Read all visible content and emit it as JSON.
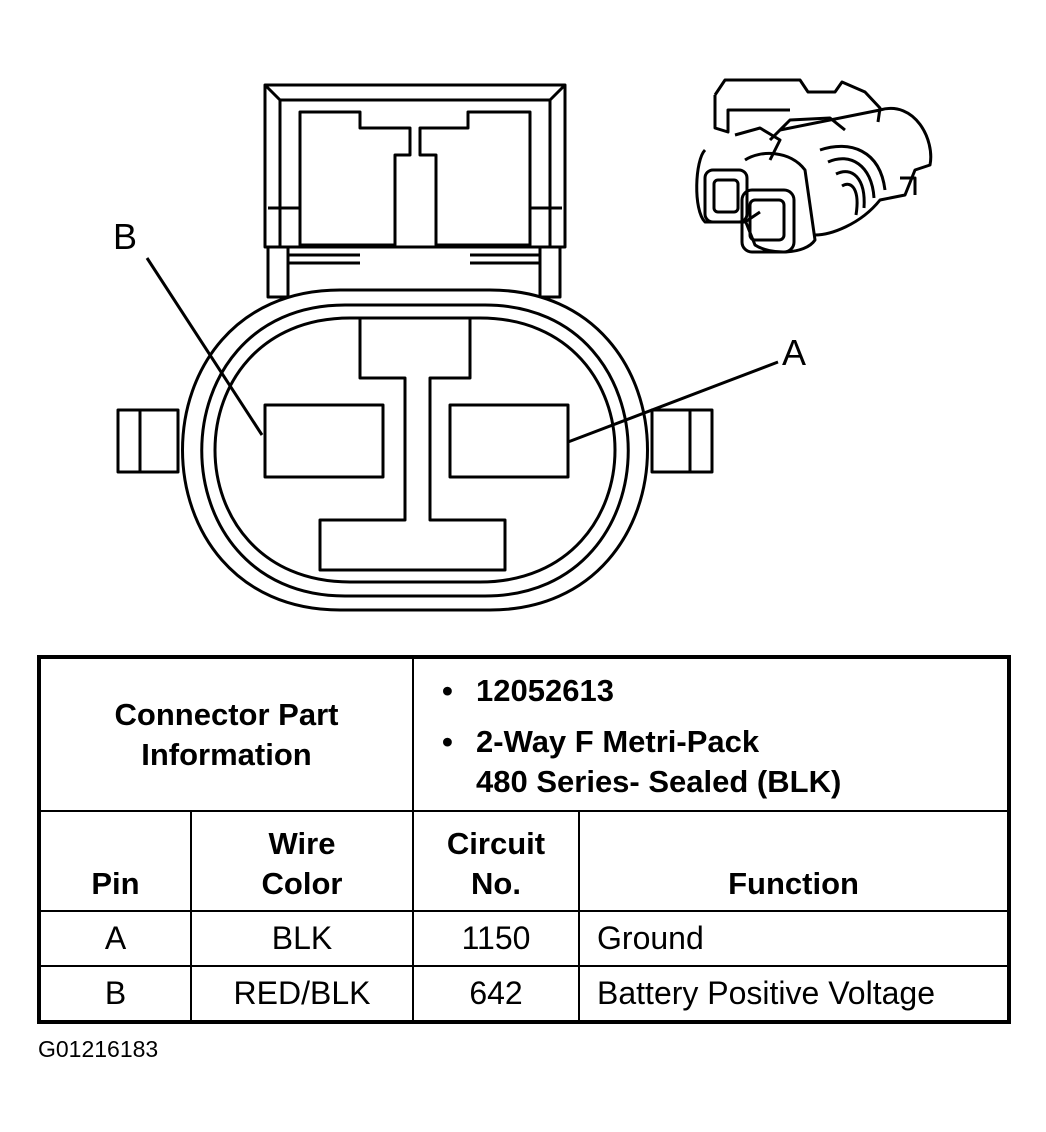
{
  "diagram": {
    "pin_labels": {
      "a": "A",
      "b": "B"
    }
  },
  "table": {
    "connector_part_label_line1": "Connector Part",
    "connector_part_label_line2": "Information",
    "part_info": [
      {
        "line1": "12052613",
        "line2": ""
      },
      {
        "line1": "2-Way F Metri-Pack",
        "line2": "480 Series- Sealed (BLK)"
      }
    ],
    "bullet_glyph": "•",
    "headers": {
      "pin": "Pin",
      "wire_color_line1": "Wire",
      "wire_color_line2": "Color",
      "circuit_line1": "Circuit",
      "circuit_line2": "No.",
      "function": "Function"
    },
    "rows": [
      {
        "pin": "A",
        "wire_color": "BLK",
        "circuit": "1150",
        "function": "Ground"
      },
      {
        "pin": "B",
        "wire_color": "RED/BLK",
        "circuit": "642",
        "function": "Battery Positive Voltage"
      }
    ]
  },
  "figure_id": "G01216183"
}
